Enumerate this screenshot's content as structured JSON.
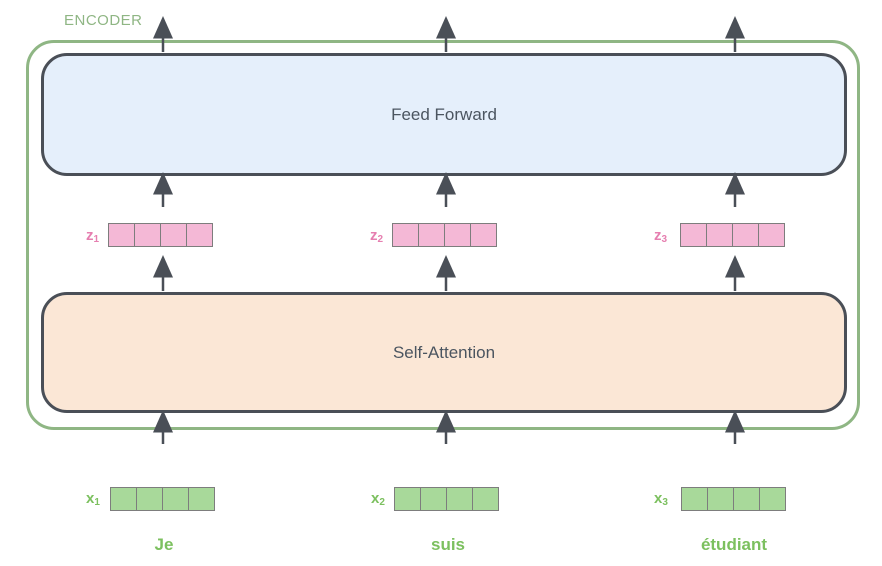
{
  "encoder": {
    "label": "ENCODER"
  },
  "layers": {
    "feed_forward": "Feed Forward",
    "self_attention": "Self-Attention"
  },
  "columns": [
    {
      "z_name": "z",
      "z_sub": "1",
      "x_name": "x",
      "x_sub": "1",
      "word": "Je"
    },
    {
      "z_name": "z",
      "z_sub": "2",
      "x_name": "x",
      "x_sub": "2",
      "word": "suis"
    },
    {
      "z_name": "z",
      "z_sub": "3",
      "x_name": "x",
      "x_sub": "3",
      "word": "étudiant"
    }
  ],
  "colors": {
    "encoder_border": "#8fb684",
    "feed_forward_fill": "#e5effb",
    "self_attention_fill": "#fbe7d6",
    "z_vector": "#f4b8d6",
    "x_vector": "#a8d99a",
    "word_text": "#7cc05f",
    "z_label": "#e67fb0"
  }
}
